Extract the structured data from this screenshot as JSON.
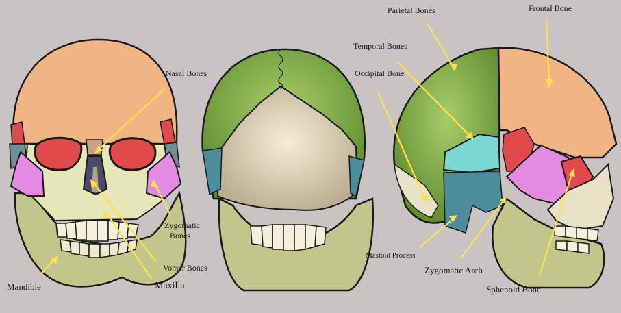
{
  "labels": {
    "nasal": "Nasal Bones",
    "zygomatic_line1": "Zygomatic",
    "zygomatic_line2": "Bones",
    "vomer": "Vomer Bones",
    "maxilla": "Maxilla",
    "mandible": "Mandible",
    "parietal": "Parietal Bones",
    "temporal": "Temporal Bones",
    "occipital": "Occipital Bone",
    "frontal": "Frontal Bone",
    "mastoid": "Mastoid Process",
    "zygomatic_arch": "Zygomatic Arch",
    "sphenoid": "Sphenoid Bone"
  },
  "colors": {
    "background": "#c9c3c4",
    "frontal": "#f2b483",
    "parietal": "#7aa23c",
    "temporal": "#5a9aa6",
    "temporal_bright": "#7ad8d0",
    "zygomatic": "#e48ae2",
    "sphenoid": "#e04a4a",
    "maxilla": "#e6e7b8",
    "mandible": "#c3c68a",
    "occipital": "#efe6d0",
    "arrow": "#ffe24a"
  }
}
